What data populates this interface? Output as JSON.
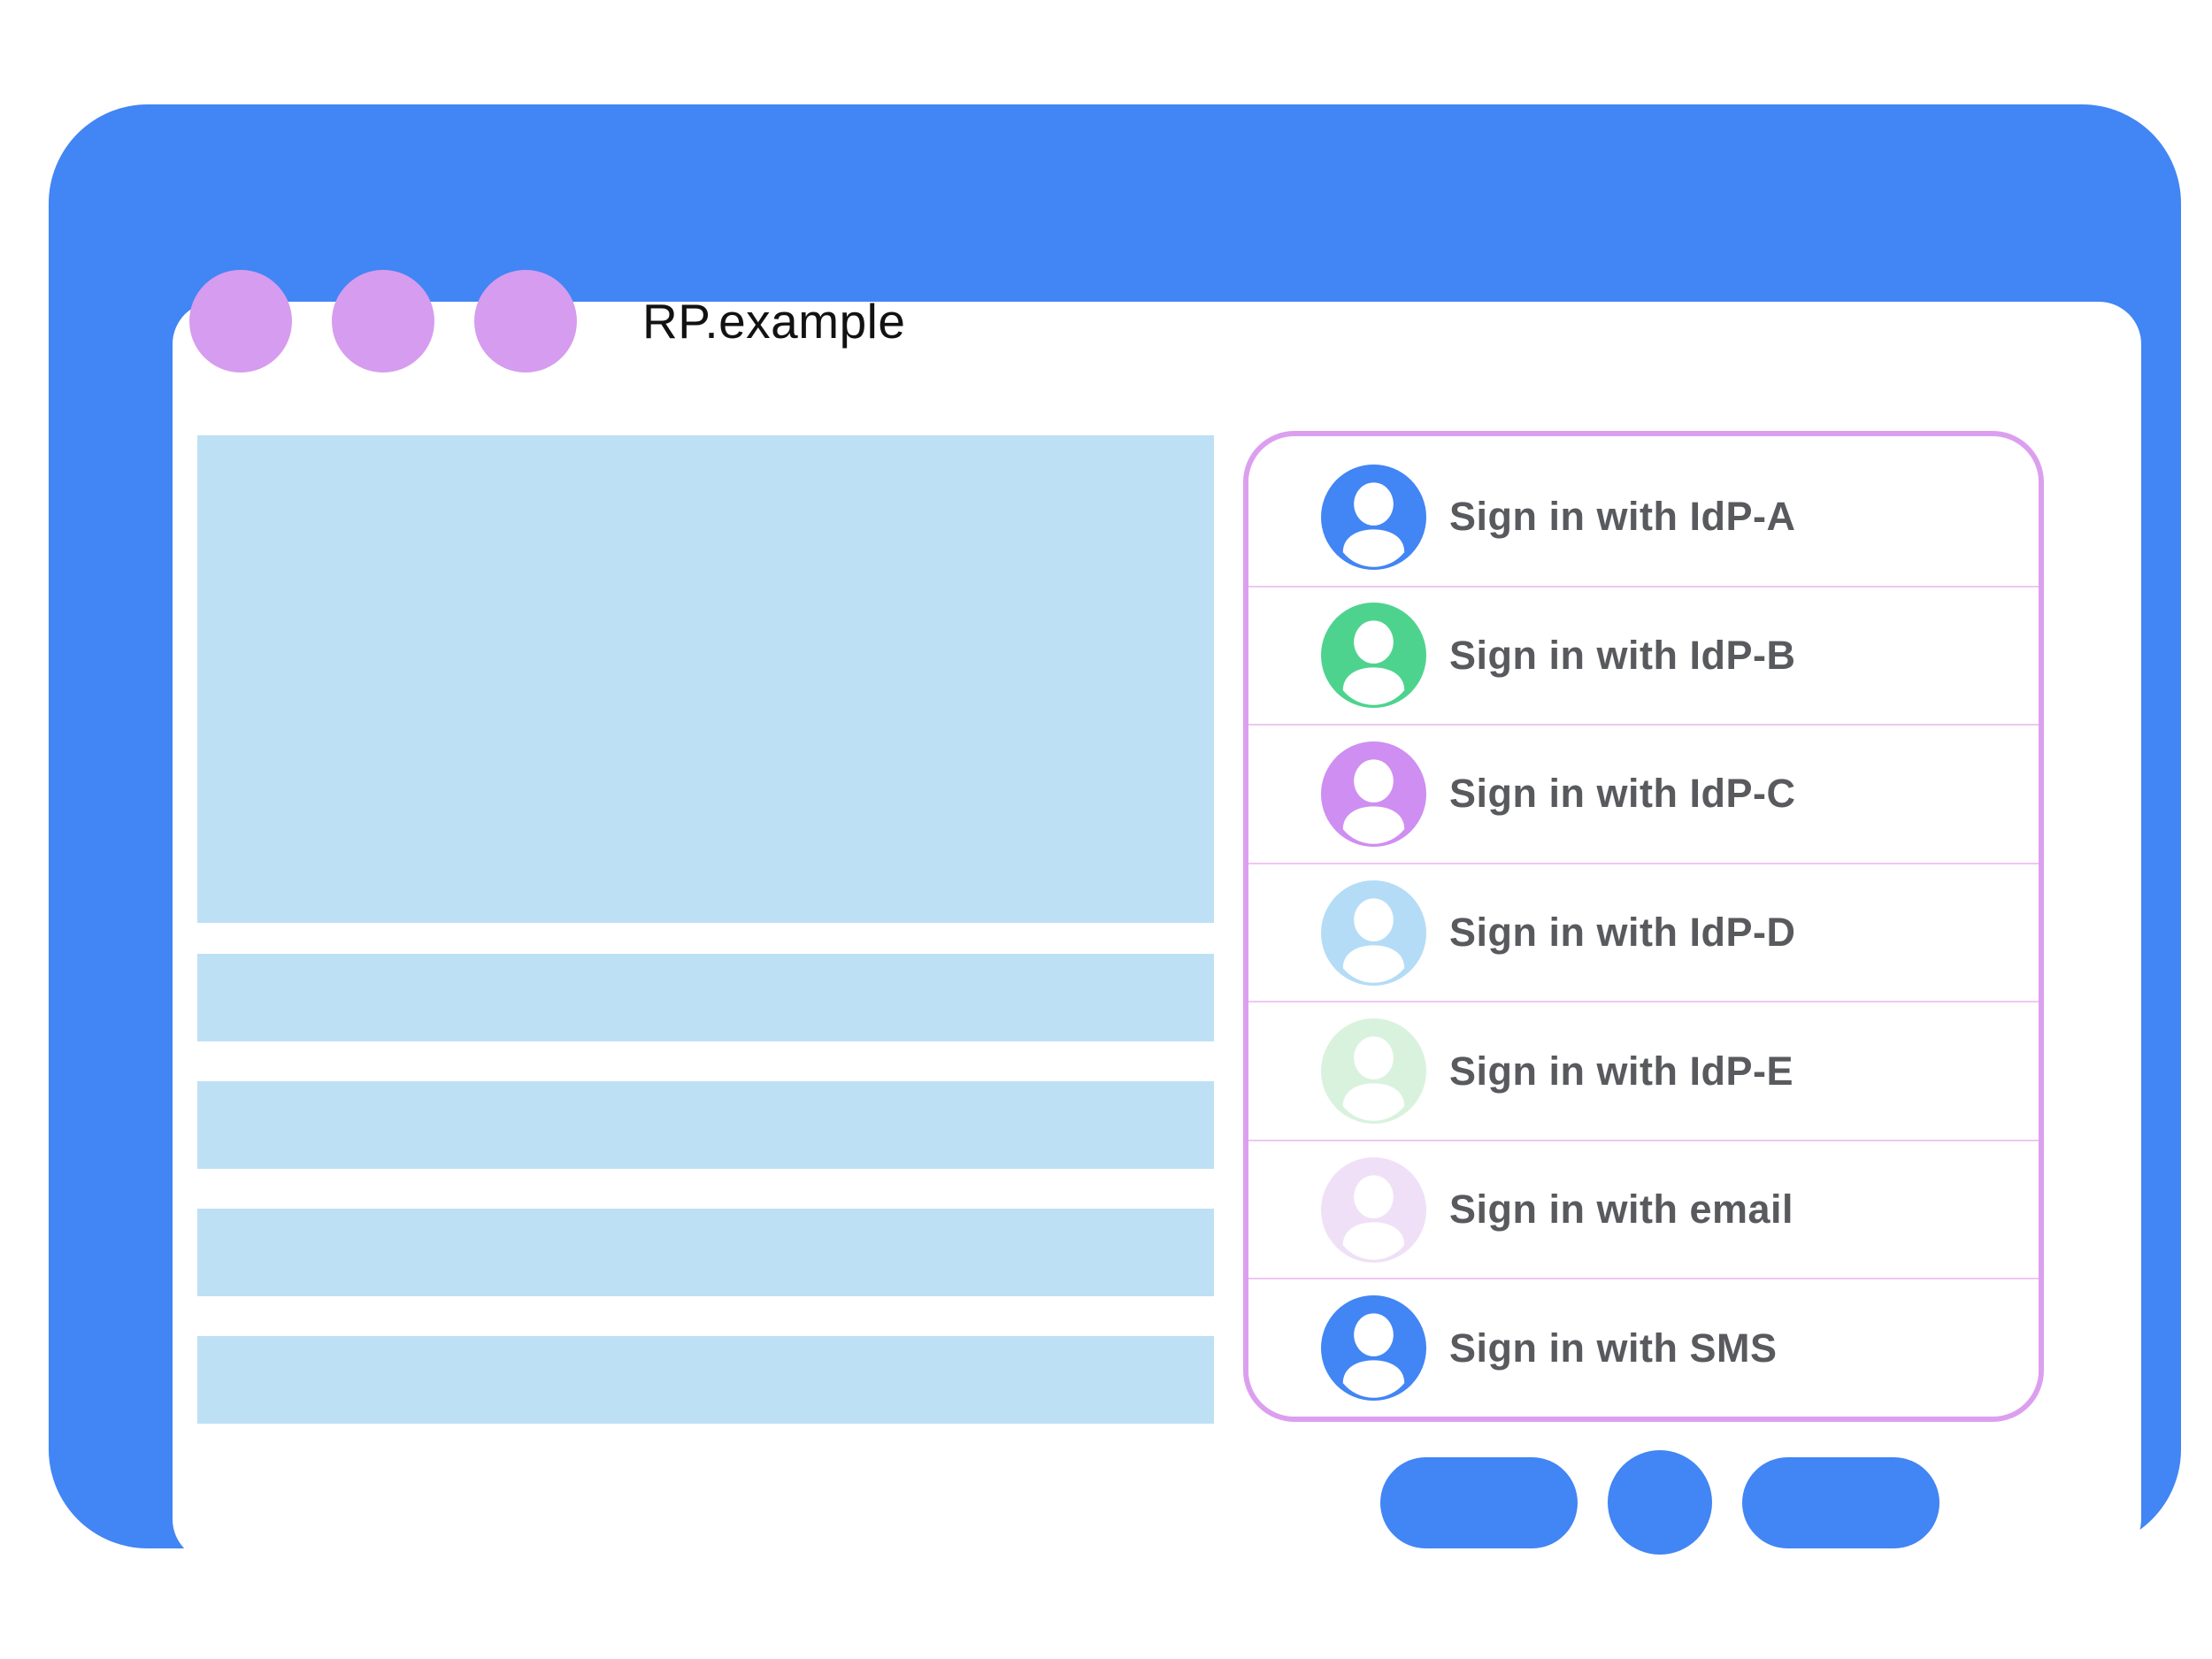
{
  "browser_window": {
    "title_text": "RP.example",
    "frame_color": "#4285F4",
    "traffic_light_dot_color": "#D69CEF",
    "content_placeholder_color": "#BEE0F4"
  },
  "signin_panel": {
    "border_color": "#DC9FF0",
    "divider_color": "#EFC6F3",
    "label_color": "#595A5E",
    "person_icon_color": "#FFFFFF",
    "options": [
      {
        "label": "Sign in with IdP-A",
        "avatar_color": "#4285F4"
      },
      {
        "label": "Sign in with IdP-B",
        "avatar_color": "#4ED38E"
      },
      {
        "label": "Sign in with IdP-C",
        "avatar_color": "#CF8EF1"
      },
      {
        "label": "Sign in with IdP-D",
        "avatar_color": "#B4DCF6"
      },
      {
        "label": "Sign in with IdP-E",
        "avatar_color": "#D9F2DE"
      },
      {
        "label": "Sign in with email",
        "avatar_color": "#EFE0F7"
      },
      {
        "label": "Sign in with SMS",
        "avatar_color": "#4285F4"
      }
    ]
  }
}
